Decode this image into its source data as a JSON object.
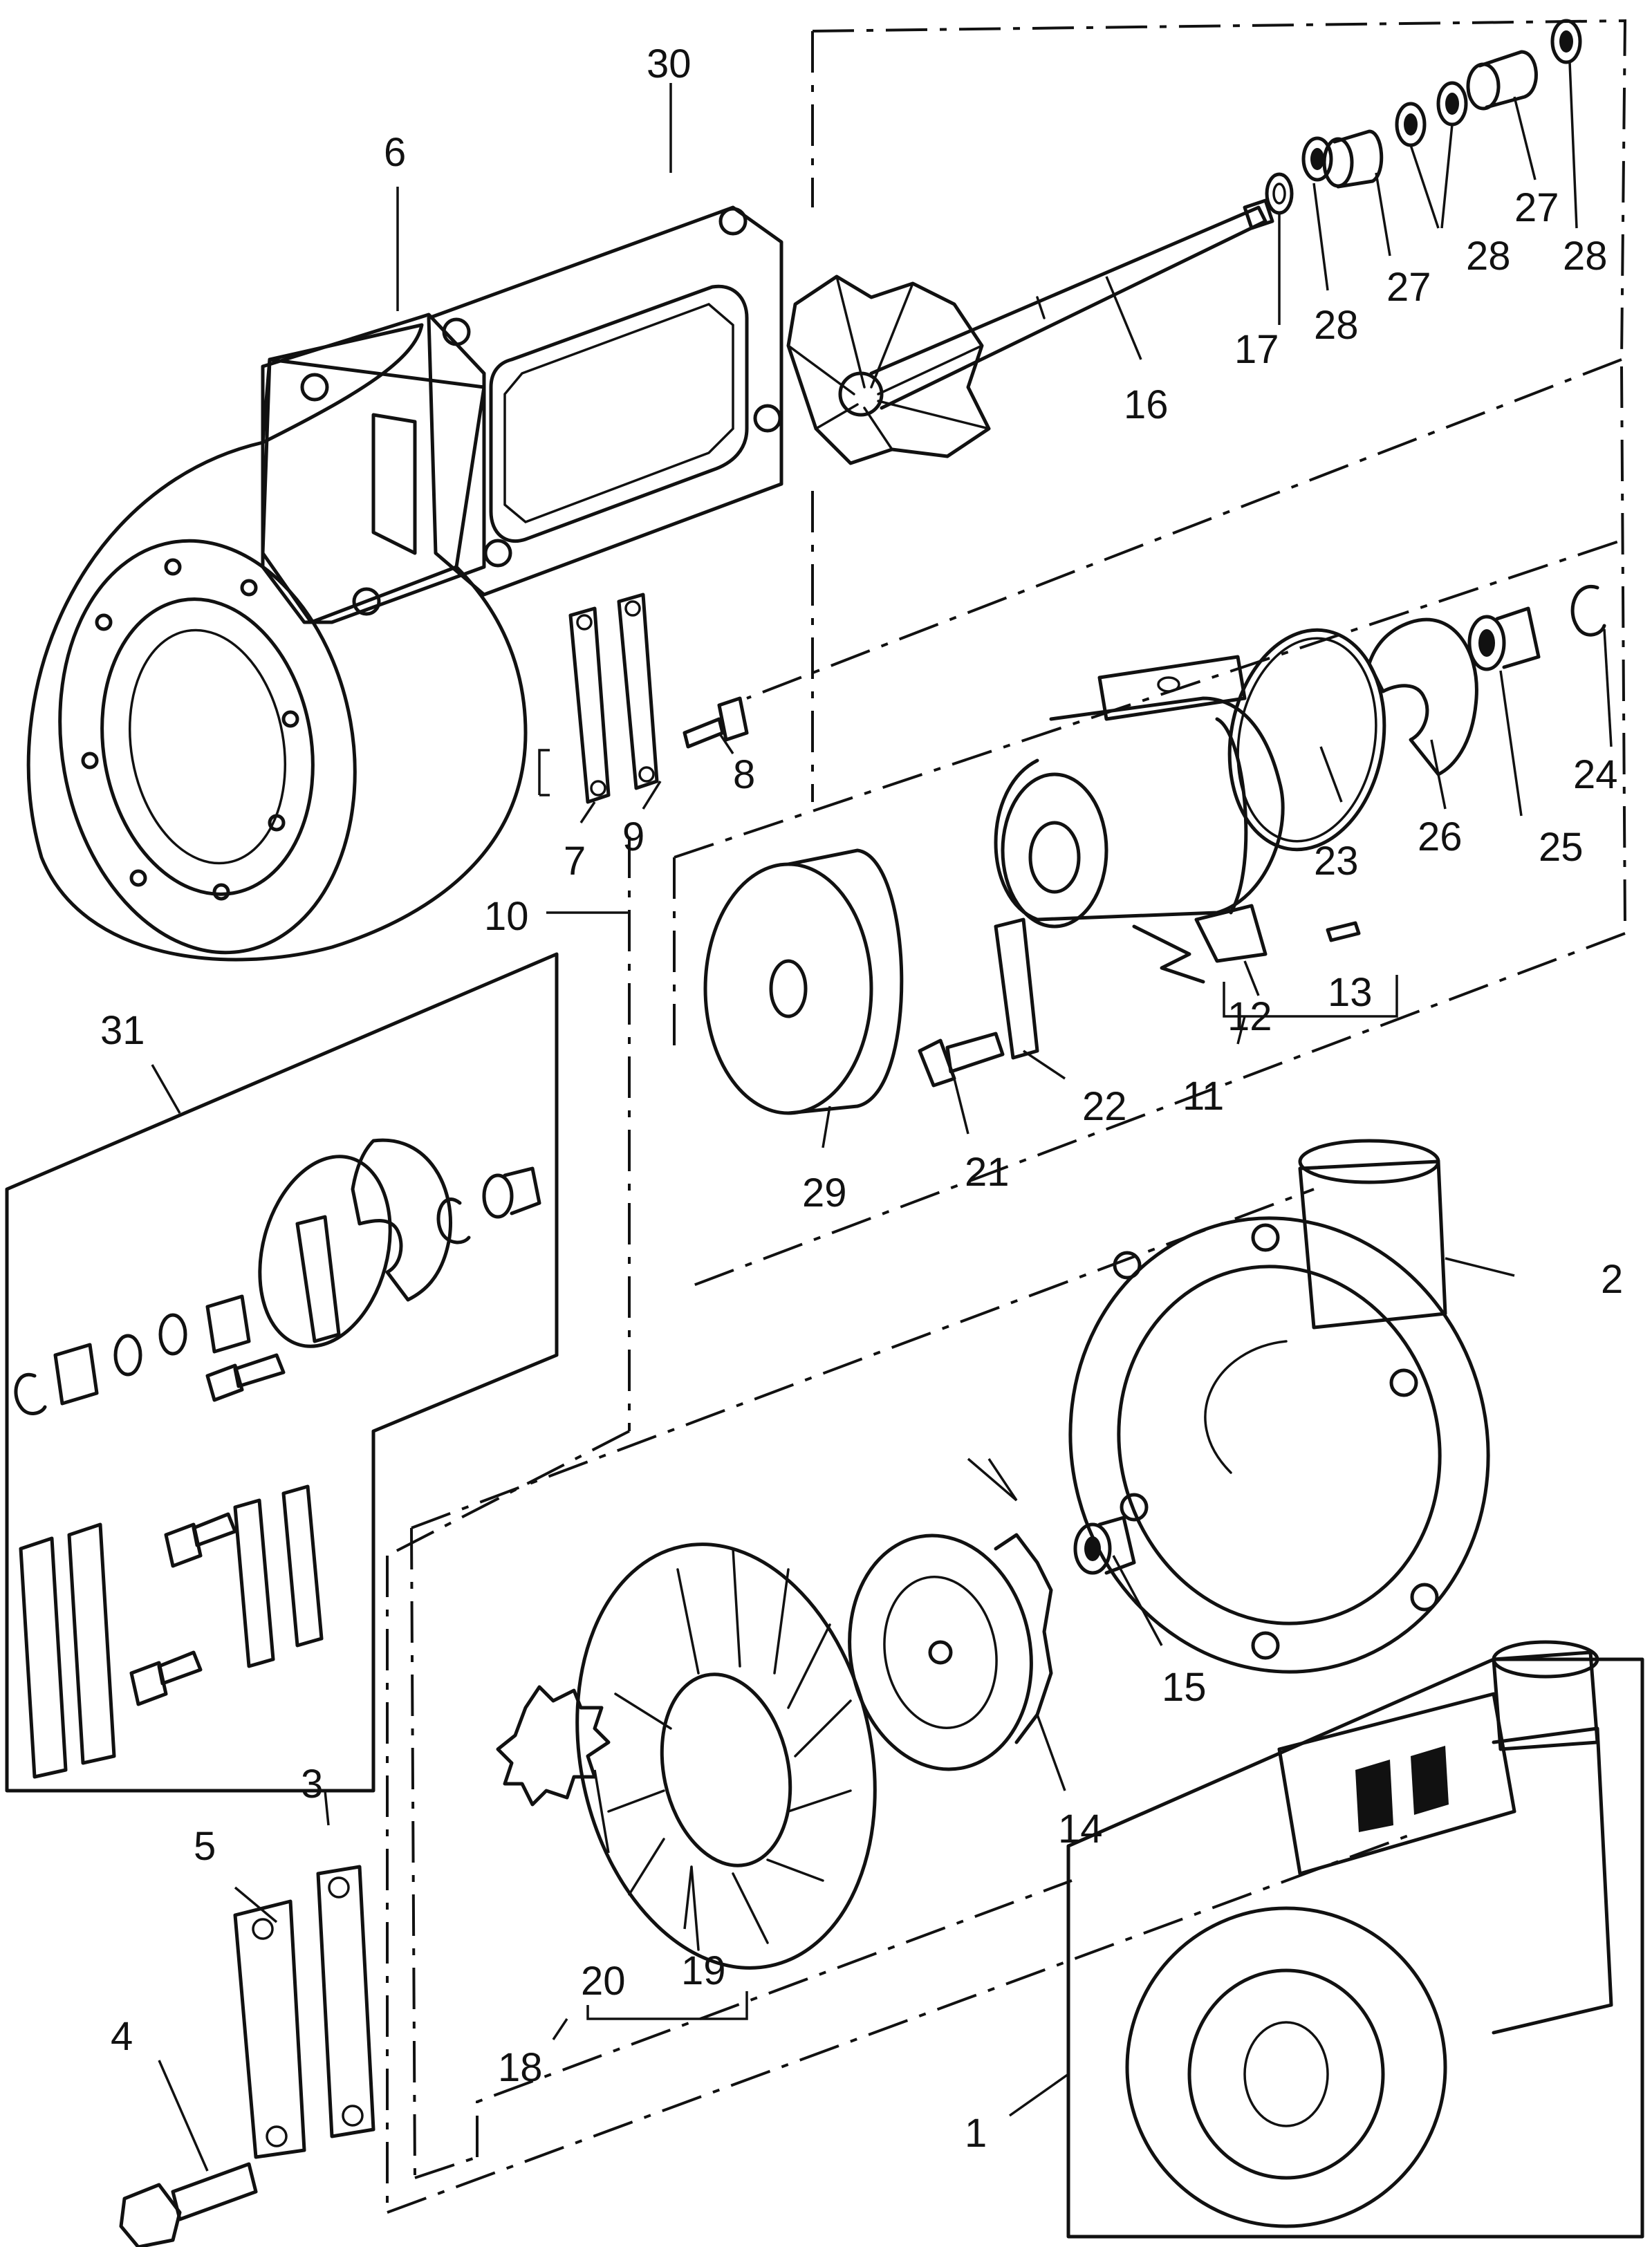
{
  "labels": {
    "p1": "1",
    "p2": "2",
    "p3": "3",
    "p4": "4",
    "p5": "5",
    "p6": "6",
    "p7": "7",
    "p8": "8",
    "p9": "9",
    "p10": "10",
    "p11": "11",
    "p12": "12",
    "p13": "13",
    "p14": "14",
    "p15": "15",
    "p16": "16",
    "p17": "17",
    "p18": "18",
    "p19": "19",
    "p20": "20",
    "p21": "21",
    "p22": "22",
    "p23": "23",
    "p24": "24",
    "p25": "25",
    "p26": "26",
    "p27a": "27",
    "p27b": "27",
    "p28a": "28",
    "p28b": "28",
    "p28c": "28",
    "p29": "29",
    "p30": "30",
    "p31": "31"
  },
  "colors": {
    "ink": "#111111",
    "paper": "#ffffff"
  }
}
